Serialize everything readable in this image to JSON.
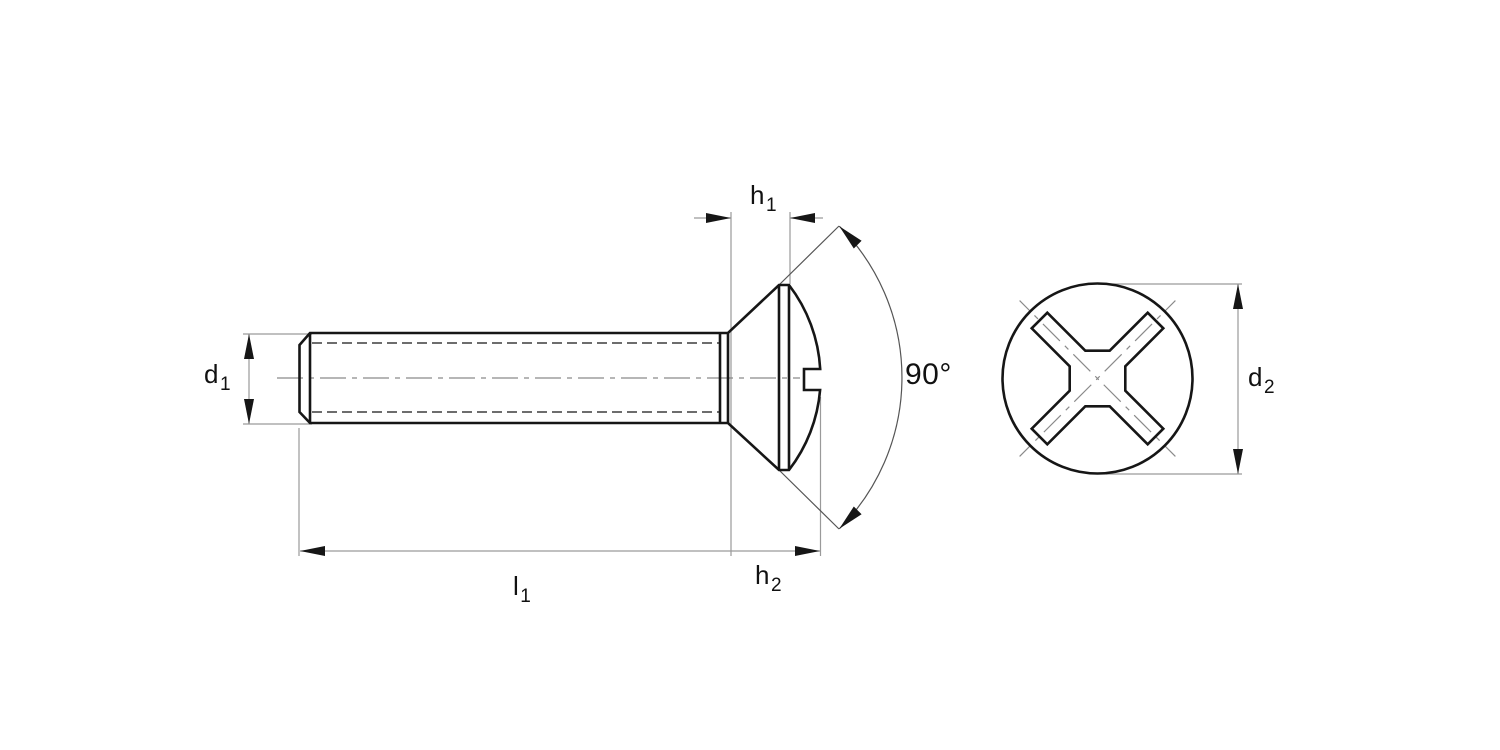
{
  "drawing": {
    "description_labels": {
      "d1": {
        "base": "d",
        "sub": "1"
      },
      "h1": {
        "base": "h",
        "sub": "1"
      },
      "l1": {
        "base": "l",
        "sub": "1"
      },
      "h2": {
        "base": "h",
        "sub": "2"
      },
      "d2": {
        "base": "d",
        "sub": "2"
      },
      "angle": "90°"
    },
    "colors": {
      "background": "#ffffff",
      "outline": "#161616",
      "thin_line": "#9a9a9a",
      "construction_line": "#555555",
      "centerline": "#8a8a8a",
      "thread_dash": "#3d3d3d",
      "text": "#111111"
    }
  }
}
